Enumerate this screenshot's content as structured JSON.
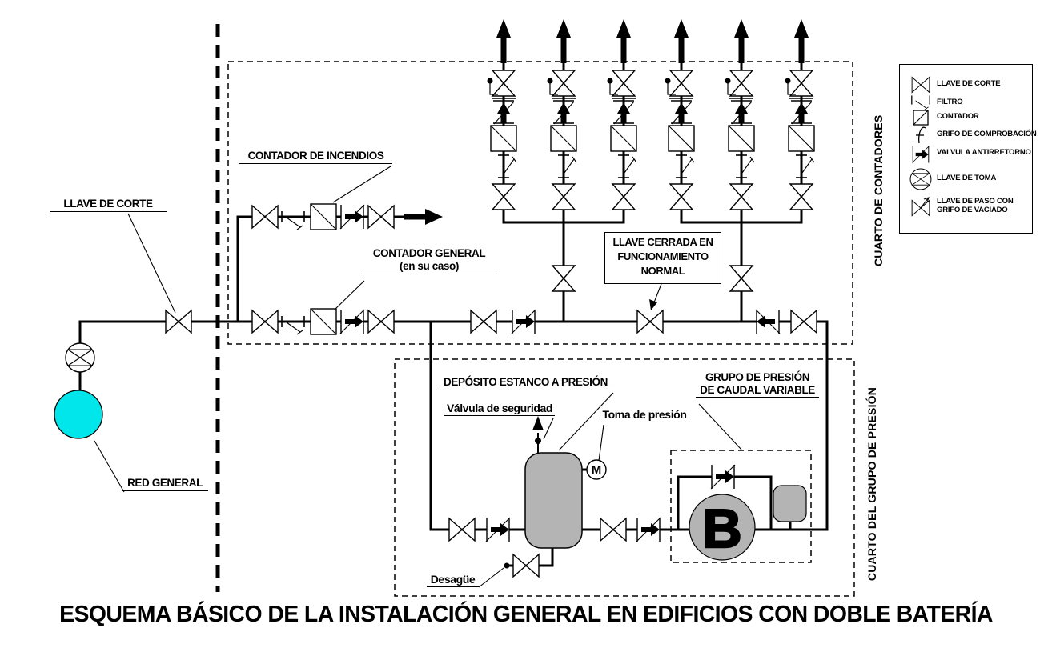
{
  "title": "ESQUEMA BÁSICO DE LA INSTALACIÓN GENERAL EN EDIFICIOS CON DOBLE BATERÍA",
  "labels": {
    "llave_de_corte": "LLAVE DE CORTE",
    "contador_incendios": "CONTADOR DE INCENDIOS",
    "contador_general_1": "CONTADOR GENERAL",
    "contador_general_2": "(en su caso)",
    "red_general": "RED GENERAL",
    "deposito": "DEPÓSITO ESTANCO A PRESIÓN",
    "valvula_seguridad": "Válvula de seguridad",
    "toma_presion": "Toma de presión",
    "grupo_presion_1": "GRUPO DE PRESIÓN",
    "grupo_presion_2": "DE CAUDAL VARIABLE",
    "desague": "Desagüe",
    "llave_cerrada_1": "LLAVE CERRADA EN",
    "llave_cerrada_2": "FUNCIONAMIENTO",
    "llave_cerrada_3": "NORMAL",
    "pump": "B",
    "gauge": "M"
  },
  "rooms": {
    "contadores": "CUARTO DE CONTADORES",
    "grupo_presion": "CUARTO DEL GRUPO DE PRESIÓN"
  },
  "legend": {
    "items": [
      {
        "icon": "valve-icon",
        "label": "LLAVE DE CORTE"
      },
      {
        "icon": "filter-icon",
        "label": "FILTRO"
      },
      {
        "icon": "meter-icon",
        "label": "CONTADOR"
      },
      {
        "icon": "test-tap-icon",
        "label": "GRIFO DE COMPROBACIÓN"
      },
      {
        "icon": "check-valve-icon",
        "label": "VALVULA ANTIRRETORNO"
      },
      {
        "icon": "tap-key-icon",
        "label": "LLAVE DE TOMA"
      },
      {
        "icon": "drain-valve-icon",
        "label": "LLAVE DE PASO CON",
        "label2": "GRIFO DE VACIADO"
      }
    ]
  },
  "colors": {
    "accent_cyan": "#00e6ea",
    "fill_gray": "#b4b4b4",
    "line": "#000000"
  }
}
